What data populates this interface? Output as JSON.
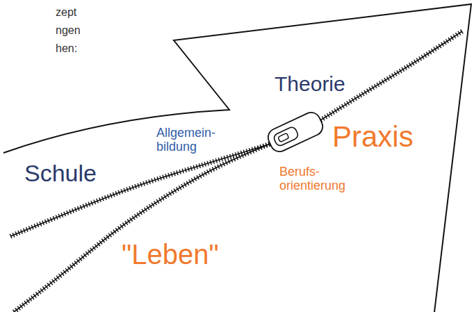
{
  "diagram": {
    "labels": [
      "zept",
      "ngen",
      "hen:",
      "Theorie",
      "Praxis",
      "Allgemein- bildung",
      "Schule",
      "Berufs- orientierung",
      "\"Leben\""
    ]
  }
}
